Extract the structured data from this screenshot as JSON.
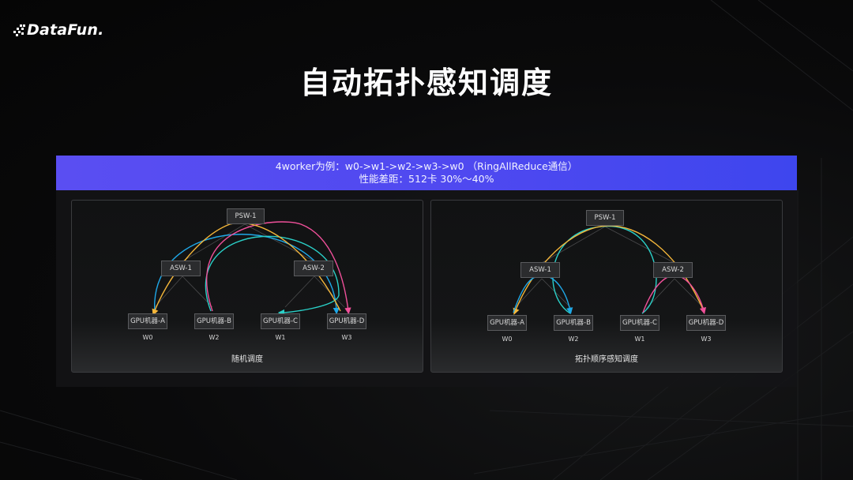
{
  "logo": {
    "text": "DataFun.",
    "icon": "pixel-dots-icon"
  },
  "title": "自动拓扑感知调度",
  "banner": {
    "line1": "4worker为例：w0->w1->w2->w3->w0 （RingAllReduce通信）",
    "line2": "性能差距：512卡 30%～40%",
    "color_start": "#5a4ef2",
    "color_end": "#3e46ee"
  },
  "colors": {
    "blue": "#1fa8e8",
    "cyan": "#2ad0c8",
    "pink": "#f0509a",
    "orange": "#f4b63a",
    "tree_line": "#4a4a4c"
  },
  "panels": [
    {
      "id": "random",
      "caption": "随机调度",
      "psw": "PSW-1",
      "asw": [
        "ASW-1",
        "ASW-2"
      ],
      "gpus": [
        {
          "name": "GPU机器-A",
          "worker": "W0"
        },
        {
          "name": "GPU机器-B",
          "worker": "W2"
        },
        {
          "name": "GPU机器-C",
          "worker": "W1"
        },
        {
          "name": "GPU机器-D",
          "worker": "W3"
        }
      ]
    },
    {
      "id": "topology-aware",
      "caption": "拓扑顺序感知调度",
      "psw": "PSW-1",
      "asw": [
        "ASW-1",
        "ASW-2"
      ],
      "gpus": [
        {
          "name": "GPU机器-A",
          "worker": "W0"
        },
        {
          "name": "GPU机器-B",
          "worker": "W2"
        },
        {
          "name": "GPU机器-C",
          "worker": "W1"
        },
        {
          "name": "GPU机器-D",
          "worker": "W3"
        }
      ]
    }
  ]
}
